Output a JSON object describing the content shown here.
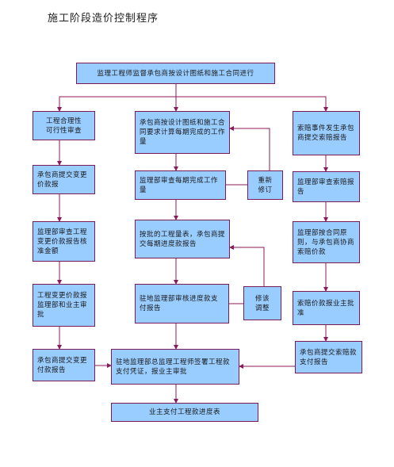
{
  "title": "施工阶段造价控制程序",
  "colors": {
    "box_fill": "#99ccff",
    "box_border": "#7a1a5a",
    "arrow": "#8b1a5a"
  },
  "boxes": {
    "top": "监理工程师监督承包商按设计图纸和施工合同进行",
    "l1": "工程合理性\n可行性审查",
    "l2": "承包商提交变更价款报",
    "l3": "监理部审查工程变更价款报告核准金额",
    "l4": "工程变更价款报监理部和业主审批",
    "l5": "承包商提交变更付款报告",
    "c1": "承包商按设计图纸和施工合同要求计算每期完成的工作量",
    "c2": "监理部审查每期完成工作量",
    "c3": "按批的工程量表，承包商提交每期进度款报告",
    "c4": "驻地监理部审核进度款支付报告",
    "c5": "驻地监理部总监理工程师签署工程款支付凭证，报业主审批",
    "c6": "业主支付工程款进度表",
    "revise": "重新\n修订",
    "adjust": "修该\n调整",
    "r1": "索赔事件发生承包商提交索赔报告",
    "r2": "监理部审查索赔报告",
    "r3": "监理部按合同原则，与承包商协商索赔价款",
    "r4": "索赔价款报业主批准",
    "r5": "承包商提交索赔款支付报告"
  }
}
